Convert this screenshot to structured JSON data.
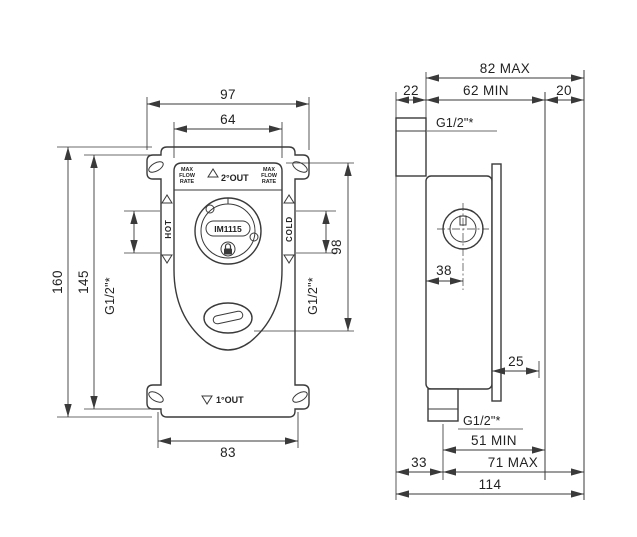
{
  "drawing": {
    "front": {
      "dim_97": "97",
      "dim_64": "64",
      "dim_160": "160",
      "dim_145": "145",
      "dim_98": "98",
      "dim_83": "83",
      "thread_left": "G1/2\"*",
      "thread_right": "G1/2\"*",
      "label_max1": "MAX",
      "label_max2": "FLOW",
      "label_max3": "RATE",
      "label_out2": "2°OUT",
      "label_hot": "HOT",
      "label_cold": "COLD",
      "label_model": "IM1115",
      "label_out1": "1°OUT"
    },
    "side": {
      "dim_82": "82 MAX",
      "dim_22": "22",
      "dim_62": "62 MIN",
      "dim_20": "20",
      "thread_top": "G1/2\"*",
      "dim_38": "38",
      "dim_25": "25",
      "thread_bottom": "G1/2\"*",
      "dim_51": "51 MIN",
      "dim_33": "33",
      "dim_71": "71 MAX",
      "dim_114": "114"
    }
  }
}
